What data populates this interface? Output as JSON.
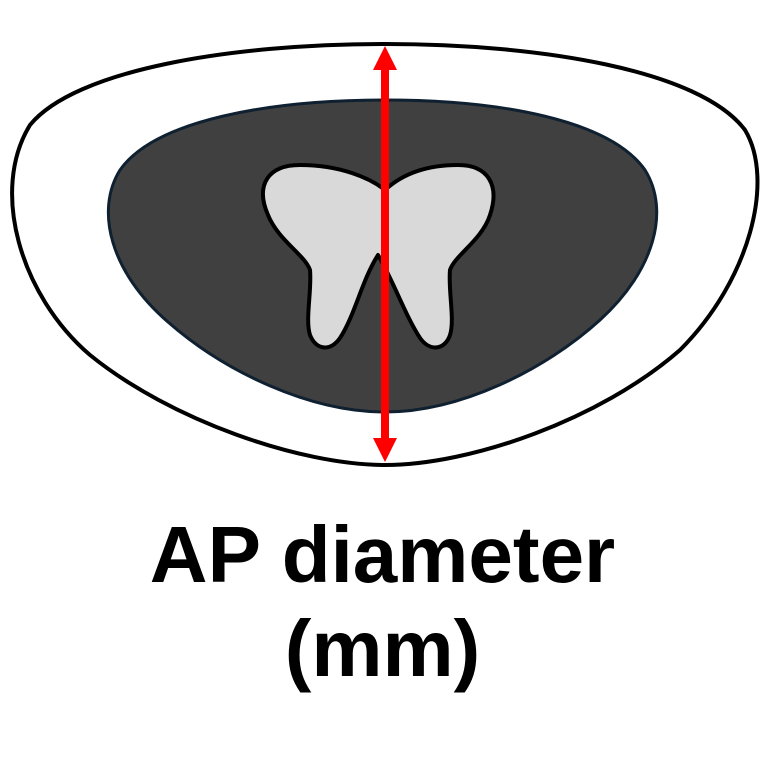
{
  "caption": {
    "line1": "AP diameter",
    "line2": "(mm)"
  },
  "colors": {
    "outer_fill": "#ffffff",
    "outer_stroke": "#000000",
    "inner_fill": "#404040",
    "inner_stroke": "#0f2030",
    "core_fill": "#d9d9d9",
    "core_stroke": "#000000",
    "arrow": "#ff0000"
  },
  "icons": {
    "arrow": "double-headed-vertical-arrow"
  }
}
